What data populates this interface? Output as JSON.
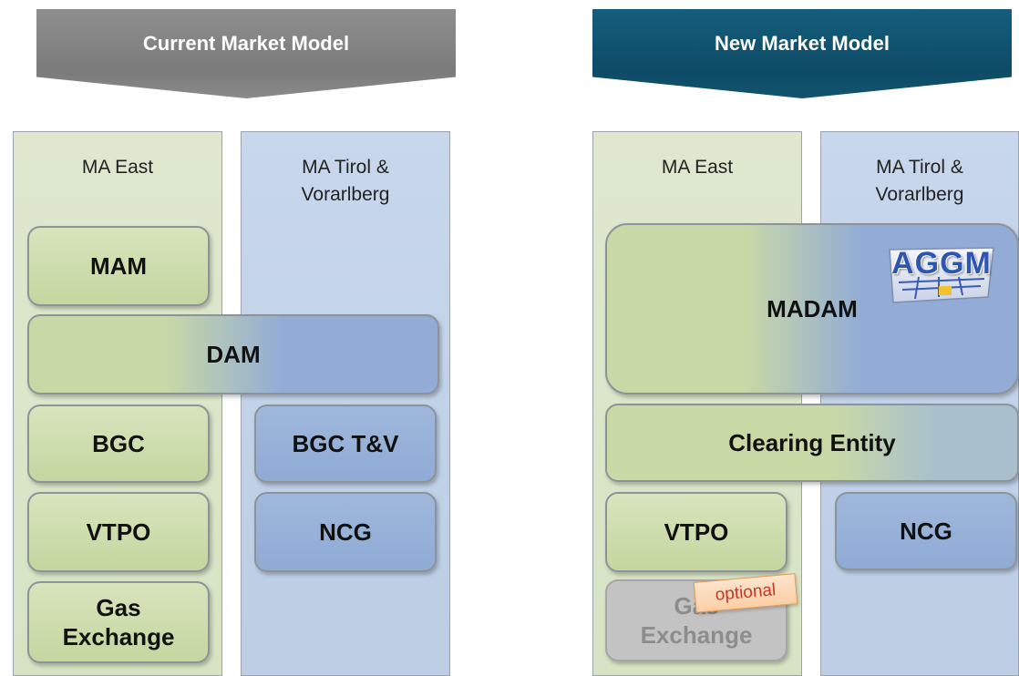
{
  "headers": {
    "current": "Current Market Model",
    "new": "New Market Model"
  },
  "current_model": {
    "col_east_label": "MA East",
    "col_west_label": "MA Tirol &\nVorarlberg",
    "mam": "MAM",
    "dam": "DAM",
    "bgc": "BGC",
    "bgc_tv": "BGC T&V",
    "vtpo": "VTPO",
    "ncg": "NCG",
    "gas_exchange": "Gas\nExchange"
  },
  "new_model": {
    "col_east_label": "MA East",
    "col_west_label": "MA Tirol &\nVorarlberg",
    "madam": "MADAM",
    "clearing_entity": "Clearing Entity",
    "vtpo": "VTPO",
    "ncg": "NCG",
    "gas_exchange": "Gas\nExchange",
    "optional_tag": "optional",
    "logo": "AGGM"
  },
  "colors": {
    "header_current": "#808080",
    "header_new": "#0e4b66",
    "east_fill": "#c5d69f",
    "west_fill": "#8fabd5",
    "optional_text": "#c0392b"
  }
}
